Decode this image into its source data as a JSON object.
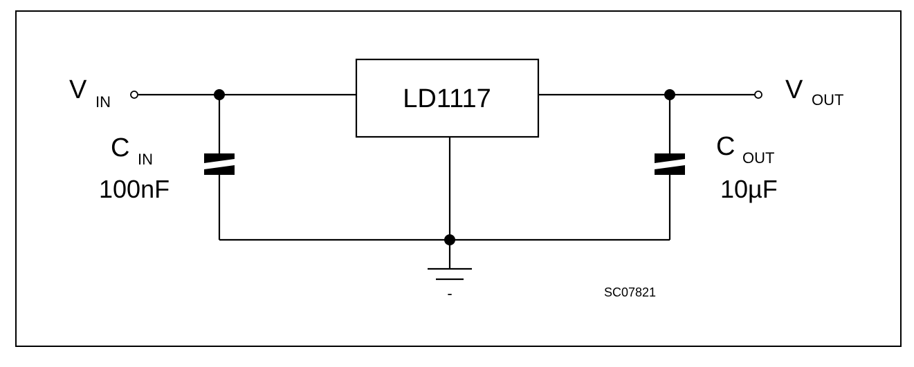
{
  "regulator": {
    "label": "LD1117"
  },
  "input": {
    "symbol": "V",
    "subscript": "IN"
  },
  "output": {
    "symbol": "V",
    "subscript": "OUT"
  },
  "cap_in": {
    "symbol": "C",
    "subscript": "IN",
    "value": "100nF"
  },
  "cap_out": {
    "symbol": "C",
    "subscript": "OUT",
    "value": "10µF"
  },
  "ground": {
    "label": "-"
  },
  "reference": "SC07821"
}
